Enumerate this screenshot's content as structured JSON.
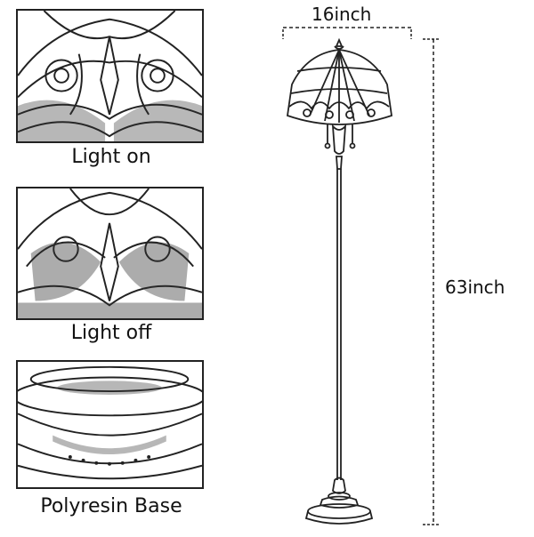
{
  "panels": {
    "light_on": {
      "caption": "Light on"
    },
    "light_off": {
      "caption": "Light off"
    },
    "base": {
      "caption": "Polyresin Base"
    }
  },
  "dimensions": {
    "width": "16inch",
    "height": "63inch"
  },
  "colors": {
    "line": "#222222",
    "background": "#ffffff"
  }
}
